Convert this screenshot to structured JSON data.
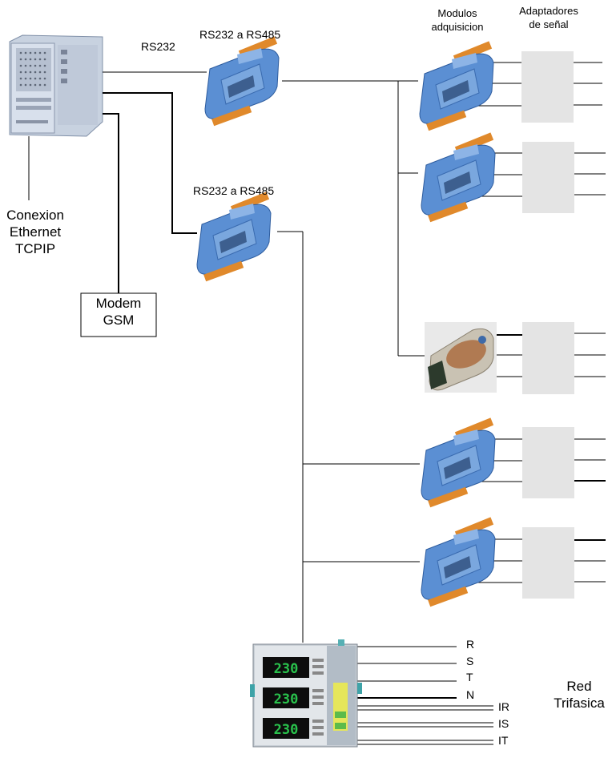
{
  "labels": {
    "rs232": "RS232",
    "converter_1": "RS232 a RS485",
    "converter_2": "RS232 a RS485",
    "modules_header": "Modulos\nadquisicion",
    "adapters_header": "Adaptadores\nde señal",
    "ethernet": "Conexion\nEthernet\nTCPIP",
    "modem": "Modem\nGSM",
    "grid": "Red\nTrifasica",
    "phase_r": "R",
    "phase_s": "S",
    "phase_t": "T",
    "phase_n": "N",
    "current_ir": "IR",
    "current_is": "IS",
    "current_it": "IT"
  },
  "meter": {
    "readings": [
      "230",
      "230",
      "230"
    ]
  },
  "colors": {
    "module_body": "#5b8fd3",
    "module_terminal": "#e0892b",
    "adapter_box": "#e4e4e4",
    "meter_display": "#1f9a3a"
  }
}
